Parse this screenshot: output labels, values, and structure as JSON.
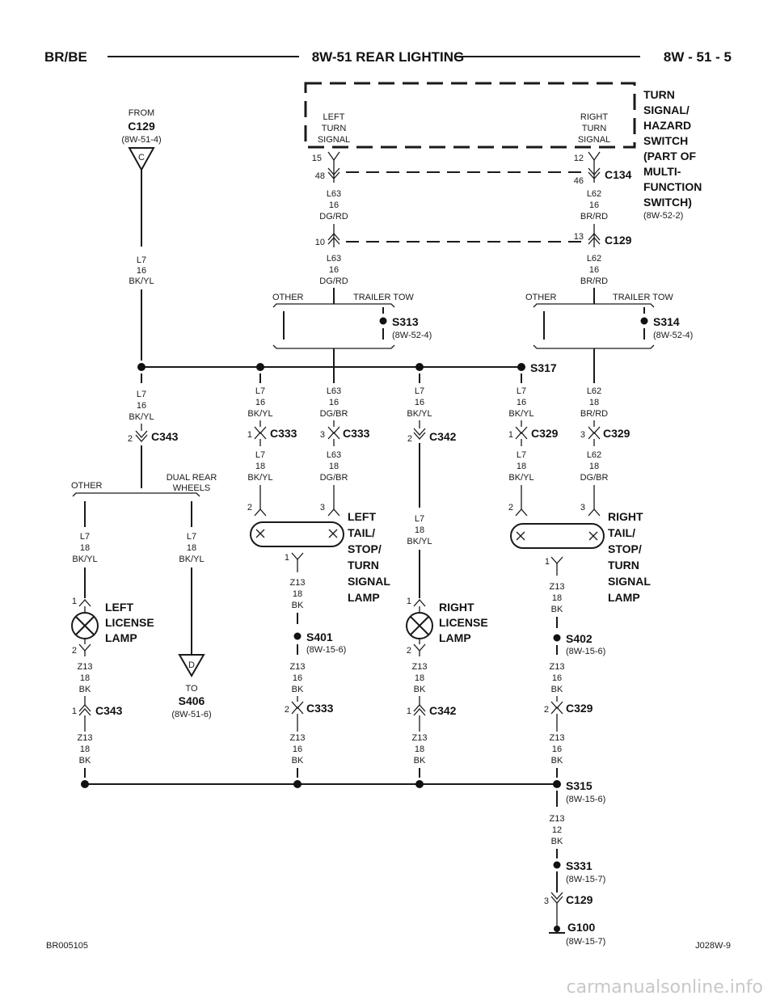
{
  "header": {
    "left": "BR/BE",
    "center": "8W-51 REAR LIGHTING",
    "right": "8W - 51 - 5"
  },
  "footer": {
    "left": "BR005105",
    "right": "J028W-9"
  },
  "watermark": "carmanualsonline.info",
  "source": {
    "from": "FROM",
    "connector": "C129",
    "ref": "(8W-51-4)",
    "pin": "C"
  },
  "switch": {
    "lines": [
      "TURN",
      "SIGNAL/",
      "HAZARD",
      "SWITCH",
      "(PART OF",
      "MULTI-",
      "FUNCTION",
      "SWITCH)"
    ],
    "ref": "(8W-52-2)",
    "left_label": [
      "LEFT",
      "TURN",
      "SIGNAL"
    ],
    "right_label": [
      "RIGHT",
      "TURN",
      "SIGNAL"
    ],
    "pin_left": "15",
    "pin_right": "12"
  },
  "connectors": {
    "c134": {
      "name": "C134",
      "pin_left": "48",
      "pin_right": "46"
    },
    "c129_top": {
      "name": "C129",
      "pin_left": "10",
      "pin_right": "13"
    },
    "c343_top": {
      "name": "C343",
      "pin": "2"
    },
    "c333_l7": {
      "name": "C333",
      "pin": "1"
    },
    "c333_l63": {
      "name": "C333",
      "pin": "3"
    },
    "c342_top": {
      "name": "C342",
      "pin": "2"
    },
    "c329_l7": {
      "name": "C329",
      "pin": "1"
    },
    "c329_l62": {
      "name": "C329",
      "pin": "3"
    },
    "c343_bot": {
      "name": "C343",
      "pin": "1"
    },
    "c333_bot": {
      "name": "C333",
      "pin": "2"
    },
    "c342_bot": {
      "name": "C342",
      "pin": "1"
    },
    "c329_bot": {
      "name": "C329",
      "pin": "2"
    },
    "c129_bot": {
      "name": "C129",
      "pin": "3"
    }
  },
  "wires": {
    "l7_16": [
      "L7",
      "16",
      "BK/YL"
    ],
    "l7_18": [
      "L7",
      "18",
      "BK/YL"
    ],
    "l63_16_dgrd": [
      "L63",
      "16",
      "DG/RD"
    ],
    "l62_16_brrd": [
      "L62",
      "16",
      "BR/RD"
    ],
    "l63_16_dgbr": [
      "L63",
      "16",
      "DG/BR"
    ],
    "l63_18_dgbr": [
      "L63",
      "18",
      "DG/BR"
    ],
    "l62_18_brrd": [
      "L62",
      "18",
      "BR/RD"
    ],
    "l62_18_dgbr": [
      "L62",
      "18",
      "DG/BR"
    ],
    "z13_18": [
      "Z13",
      "18",
      "BK"
    ],
    "z13_16": [
      "Z13",
      "16",
      "BK"
    ],
    "z13_12": [
      "Z13",
      "12",
      "BK"
    ]
  },
  "branches": {
    "other": "OTHER",
    "trailer_tow": "TRAILER TOW",
    "dual_rear": [
      "DUAL REAR",
      "WHEELS"
    ]
  },
  "splices": {
    "s313": {
      "name": "S313",
      "ref": "(8W-52-4)"
    },
    "s314": {
      "name": "S314",
      "ref": "(8W-52-4)"
    },
    "s317": {
      "name": "S317"
    },
    "s401": {
      "name": "S401",
      "ref": "(8W-15-6)"
    },
    "s402": {
      "name": "S402",
      "ref": "(8W-15-6)"
    },
    "s315": {
      "name": "S315",
      "ref": "(8W-15-6)"
    },
    "s331": {
      "name": "S331",
      "ref": "(8W-15-7)"
    }
  },
  "ground": {
    "name": "G100",
    "ref": "(8W-15-7)"
  },
  "to_s406": {
    "pin": "D",
    "to": "TO",
    "name": "S406",
    "ref": "(8W-51-6)"
  },
  "lamps": {
    "left_tail": [
      "LEFT",
      "TAIL/",
      "STOP/",
      "TURN",
      "SIGNAL",
      "LAMP"
    ],
    "right_tail": [
      "RIGHT",
      "TAIL/",
      "STOP/",
      "TURN",
      "SIGNAL",
      "LAMP"
    ],
    "left_license": [
      "LEFT",
      "LICENSE",
      "LAMP"
    ],
    "right_license": [
      "RIGHT",
      "LICENSE",
      "LAMP"
    ],
    "pins": {
      "one": "1",
      "two": "2",
      "three": "3"
    }
  }
}
